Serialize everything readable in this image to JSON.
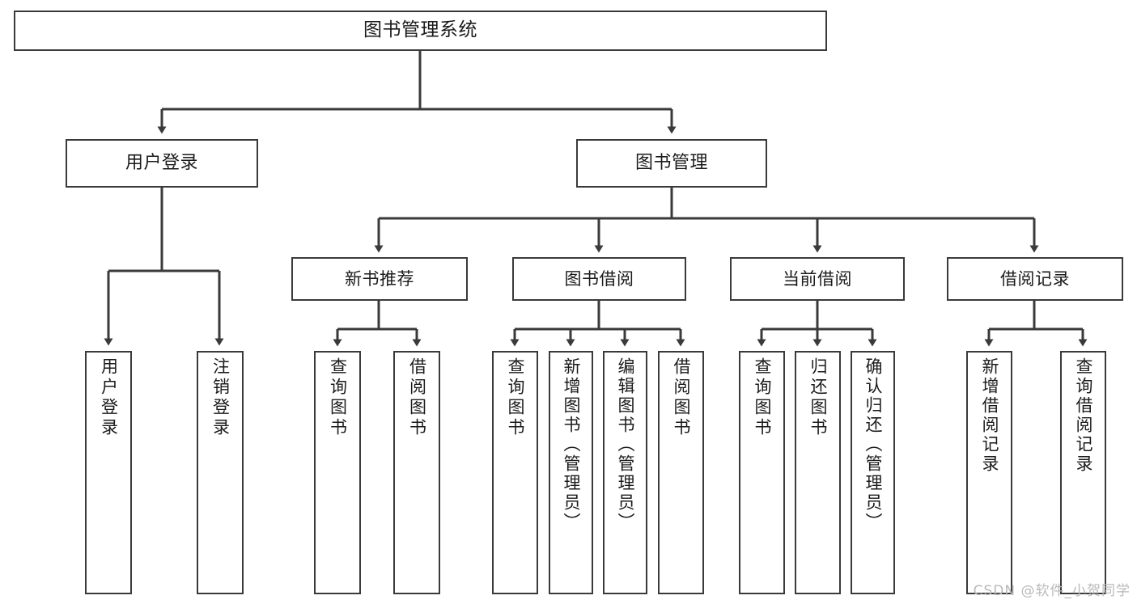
{
  "diagram": {
    "title": "图书管理系统",
    "type": "tree-hierarchy",
    "watermark": "CSDN @软件_小贺同学",
    "colors": {
      "background": "#ffffff",
      "node_border": "#3a3a3a",
      "node_fill": "#ffffff",
      "edge": "#3a3a3a",
      "text": "#1b1b1b",
      "watermark": "#b9b9b9"
    },
    "root": {
      "label": "图书管理系统"
    },
    "level2": [
      {
        "label": "用户登录"
      },
      {
        "label": "图书管理"
      }
    ],
    "level3": [
      {
        "label": "新书推荐"
      },
      {
        "label": "图书借阅"
      },
      {
        "label": "当前借阅"
      },
      {
        "label": "借阅记录"
      }
    ],
    "leaves": {
      "user_login": [
        {
          "label": "用户登录"
        },
        {
          "label": "注销登录"
        }
      ],
      "new_book_recommend": [
        {
          "label": "查询图书"
        },
        {
          "label": "借阅图书"
        }
      ],
      "book_borrow": [
        {
          "label": "查询图书"
        },
        {
          "label": "新增图书（管理员）"
        },
        {
          "label": "编辑图书（管理员）"
        },
        {
          "label": "借阅图书"
        }
      ],
      "current_borrow": [
        {
          "label": "查询图书"
        },
        {
          "label": "归还图书"
        },
        {
          "label": "确认归还（管理员）"
        }
      ],
      "borrow_record": [
        {
          "label": "新增借阅记录"
        },
        {
          "label": "查询借阅记录"
        }
      ]
    }
  }
}
